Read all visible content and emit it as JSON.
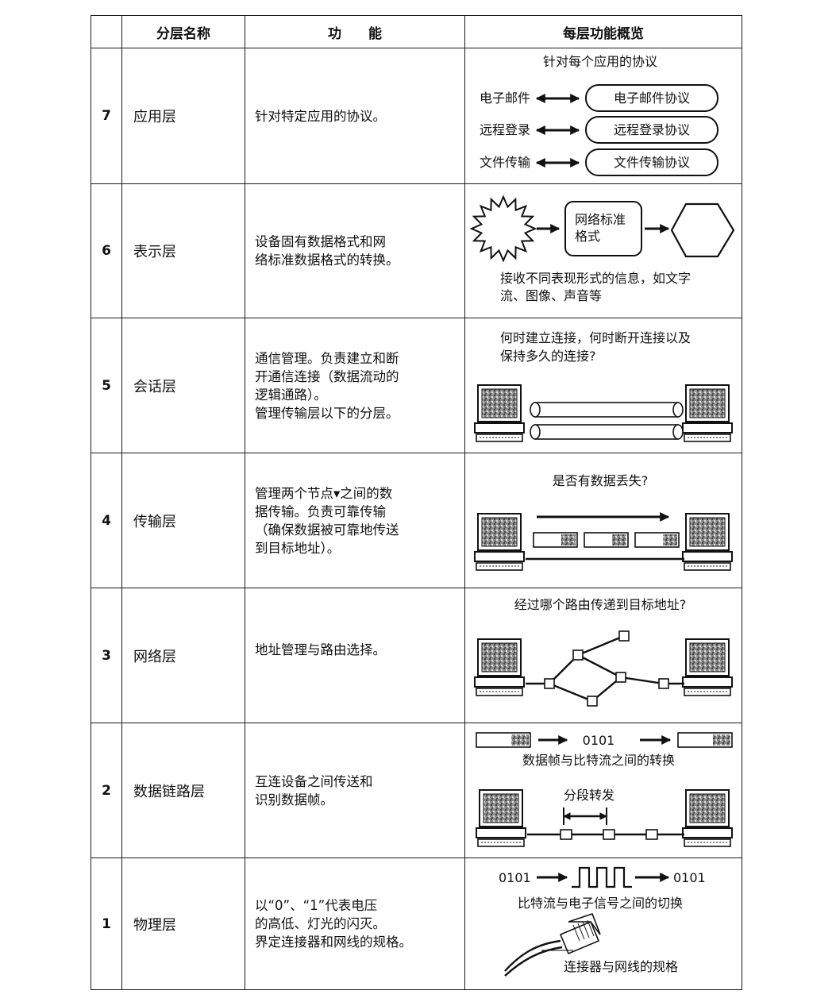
{
  "header": {
    "num": "",
    "name": "分层名称",
    "func": "功　　能",
    "overview": "每层功能概览"
  },
  "colors": {
    "border": "#1a1a1a",
    "text": "#111111",
    "screen": "#9a9a9a"
  },
  "layers": [
    {
      "num": "7",
      "name": "应用层",
      "func": [
        "针对特定应用的协议。"
      ],
      "overview": {
        "caption": "针对每个应用的协议",
        "pairs": [
          {
            "left": "电子邮件",
            "right": "电子邮件协议"
          },
          {
            "left": "远程登录",
            "right": "远程登录协议"
          },
          {
            "left": "文件传输",
            "right": "文件传输协议"
          }
        ]
      }
    },
    {
      "num": "6",
      "name": "表示层",
      "func": [
        "设备固有数据格式和网",
        "络标准数据格式的转换。"
      ],
      "overview": {
        "box": [
          "网络标准",
          "格式"
        ],
        "caption": [
          "接收不同表现形式的信息，如文字",
          "流、图像、声音等"
        ]
      }
    },
    {
      "num": "5",
      "name": "会话层",
      "func": [
        "通信管理。负责建立和断",
        "开通信连接（数据流动的",
        "逻辑通路）。",
        "管理传输层以下的分层。"
      ],
      "overview": {
        "caption": [
          "何时建立连接，何时断开连接以及",
          "保持多久的连接?"
        ]
      }
    },
    {
      "num": "4",
      "name": "传输层",
      "func": [
        "管理两个节点▾之间的数",
        "据传输。负责可靠传输",
        "（确保数据被可靠地传送",
        "到目标地址）。"
      ],
      "overview": {
        "caption": "是否有数据丢失?"
      }
    },
    {
      "num": "3",
      "name": "网络层",
      "func": [
        "地址管理与路由选择。"
      ],
      "overview": {
        "caption": "经过哪个路由传递到目标地址?"
      }
    },
    {
      "num": "2",
      "name": "数据链路层",
      "func": [
        "互连设备之间传送和",
        "识别数据帧。"
      ],
      "overview": {
        "bits": "0101",
        "caption": "数据帧与比特流之间的转换",
        "segment": "分段转发"
      }
    },
    {
      "num": "1",
      "name": "物理层",
      "func": [
        "以“0”、“1”代表电压",
        "的高低、灯光的闪灭。",
        "界定连接器和网线的规格。"
      ],
      "overview": {
        "bits_left": "0101",
        "bits_right": "0101",
        "caption": "比特流与电子信号之间的切换",
        "caption2": "连接器与网线的规格"
      }
    }
  ]
}
